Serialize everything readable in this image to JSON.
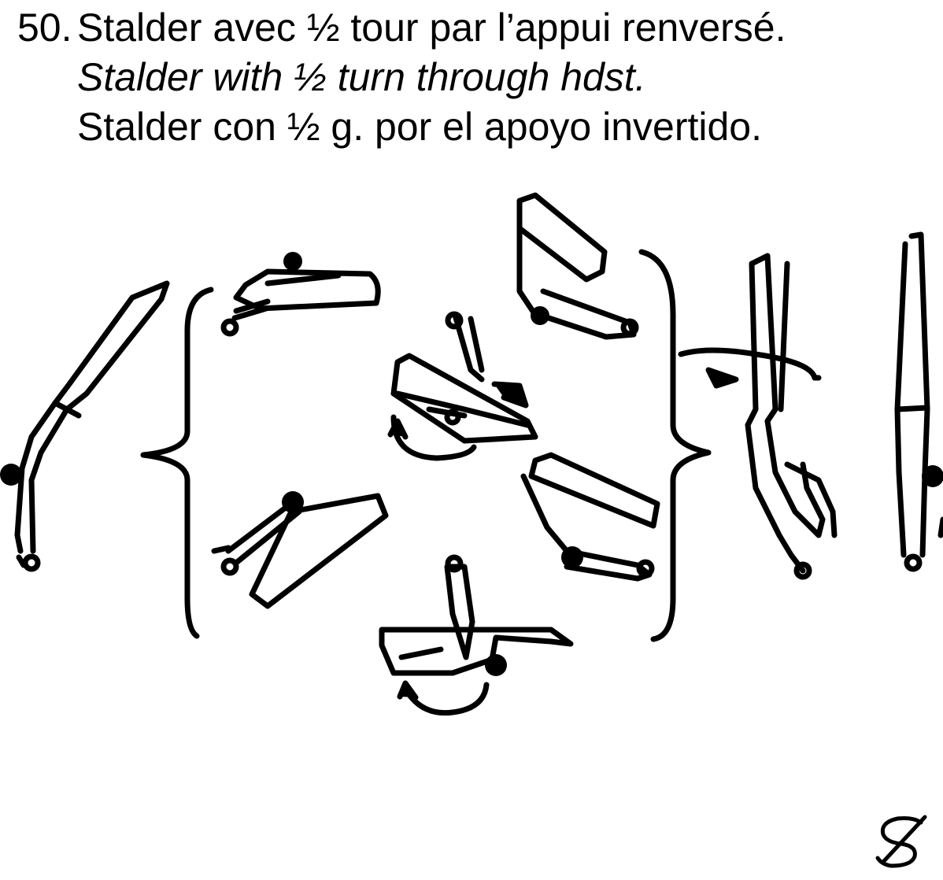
{
  "element": {
    "number": "50.",
    "title_fr": "Stalder avec ½ tour par l’appui renversé.",
    "title_en": "Stalder with ½ turn through hdst.",
    "title_es": "Stalder con ½ g. por el apoyo invertido."
  },
  "figure": {
    "stroke_color": "#000000",
    "background": "#ffffff",
    "symbol_icon": "stalder-symbol-icon"
  }
}
